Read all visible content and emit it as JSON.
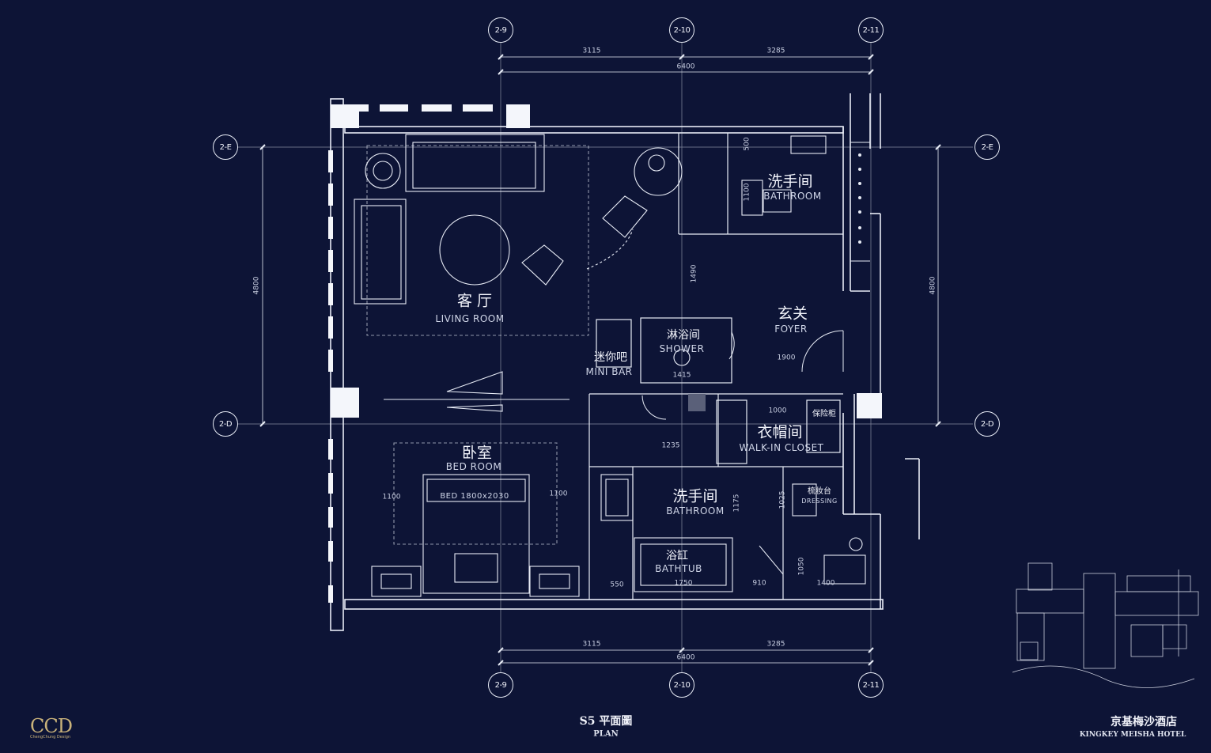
{
  "grid_labels": {
    "col_1": "2-9",
    "col_2": "2-10",
    "col_3": "2-11",
    "row_e": "2-E",
    "row_d": "2-D"
  },
  "dimensions": {
    "top_left": "3115",
    "top_right": "3285",
    "top_total": "6400",
    "bottom_left": "3115",
    "bottom_right": "3285",
    "bottom_total": "6400",
    "left_height": "4800",
    "right_height": "4800",
    "d_500": "500",
    "d_1100_bath": "1100",
    "d_1490": "1490",
    "d_1900": "1900",
    "d_1415": "1415",
    "d_1000": "1000",
    "d_1235": "1235",
    "d_1175": "1175",
    "d_1025": "1025",
    "d_1100_left": "1100",
    "d_1100_right": "1100",
    "d_550": "550",
    "d_1750": "1750",
    "d_910": "910",
    "d_1050": "1050",
    "d_1400": "1400"
  },
  "rooms": {
    "living_cn": "客 厅",
    "living_en": "LIVING ROOM",
    "bath_top_cn": "洗手间",
    "bath_top_en": "BATHROOM",
    "foyer_cn": "玄关",
    "foyer_en": "FOYER",
    "shower_cn": "淋浴间",
    "shower_en": "SHOWER",
    "minibar_cn": "迷你吧",
    "minibar_en": "MINI BAR",
    "closet_cn": "衣帽间",
    "closet_en": "WALK-IN CLOSET",
    "safe_cn": "保险柜",
    "bed_cn": "卧室",
    "bed_en": "BED ROOM",
    "bed_size": "BED 1800x2030",
    "bath_cn": "洗手间",
    "bath_en": "BATHROOM",
    "dressing_cn": "梳妆台",
    "dressing_en": "DRESSING",
    "bathtub_cn": "浴缸",
    "bathtub_en": "BATHTUB"
  },
  "footer": {
    "title_cn": "S5 平面圖",
    "title_en": "PLAN",
    "logo": "CCD",
    "logo_sub": "ChengChung Design",
    "hotel_cn": "京基梅沙酒店",
    "hotel_en": "KINGKEY MEISHA HOTEL"
  },
  "colors": {
    "background": "#0d1436",
    "line": "#e8ecf6",
    "accent": "#c9b27a"
  }
}
